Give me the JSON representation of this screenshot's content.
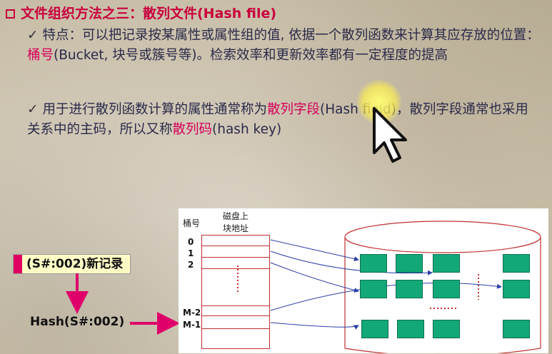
{
  "heading": {
    "text": "文件组织方法之三：散列文件(Hash file)"
  },
  "points": [
    {
      "segments": [
        {
          "text": "特点：可以把记录按某属性或属性组的值, 依据一个散列函数来计算其应存放的位置：",
          "em": false
        },
        {
          "text": "桶号",
          "em": true
        },
        {
          "text": "(Bucket, 块号或簇号等)。检索效率和更新效率都有一定程度的提高",
          "em": false
        }
      ]
    },
    {
      "segments": [
        {
          "text": "用于进行散列函数计算的属性通常称为",
          "em": false
        },
        {
          "text": "散列字段",
          "em": true
        },
        {
          "text": "(Hash field)，散列字段通常也采用关系中的主码，所以又称",
          "em": false
        },
        {
          "text": "散列码",
          "em": true
        },
        {
          "text": "(hash key)",
          "em": false
        }
      ]
    }
  ],
  "diagram": {
    "bucket_header": "桶号",
    "disk_header_line1": "磁盘上",
    "disk_header_line2": "块地址",
    "rows": [
      "0",
      "1",
      "2",
      "M-2",
      "M-1"
    ],
    "record_label": "(S#:002)新记录",
    "hash_label": "Hash(S#:002)"
  },
  "colors": {
    "accent": "#c8003c",
    "emphasis": "#d6005a",
    "block": "#12a878",
    "record_bg": "#fffcc6"
  }
}
